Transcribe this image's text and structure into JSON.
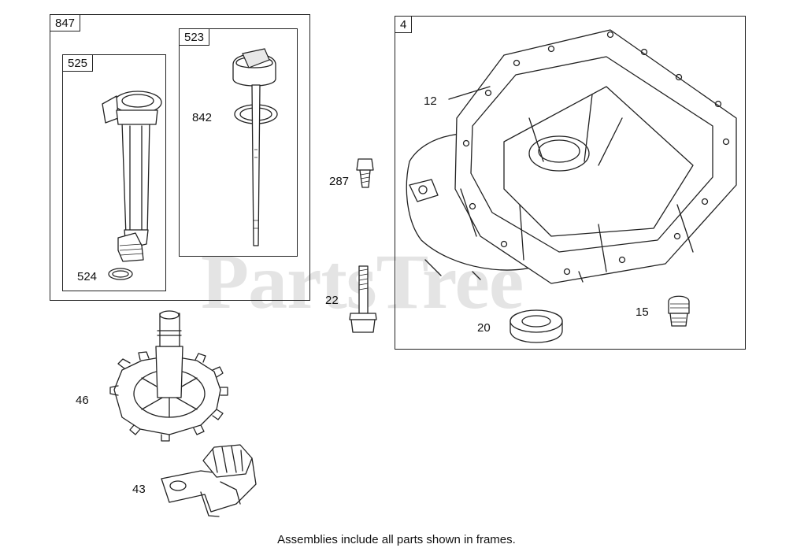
{
  "diagram": {
    "frames": [
      {
        "id": "frame-847",
        "label": "847"
      },
      {
        "id": "frame-525",
        "label": "525"
      },
      {
        "id": "frame-523",
        "label": "523"
      },
      {
        "id": "frame-4",
        "label": "4"
      }
    ],
    "callouts": {
      "c524": "524",
      "c842": "842",
      "c287": "287",
      "c22": "22",
      "c12": "12",
      "c20": "20",
      "c15": "15",
      "c46": "46",
      "c43": "43"
    },
    "watermark": "PartsTree",
    "caption": "Assemblies include all parts shown in frames."
  }
}
